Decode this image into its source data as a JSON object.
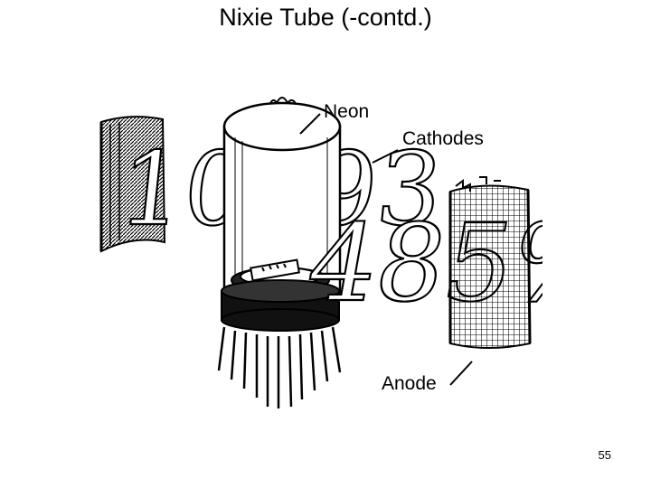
{
  "slide": {
    "title": "Nixie Tube (-contd.)",
    "page_number": "55"
  },
  "diagram": {
    "labels": {
      "neon": "Neon",
      "cathodes": "Cathodes",
      "anode": "Anode"
    }
  }
}
